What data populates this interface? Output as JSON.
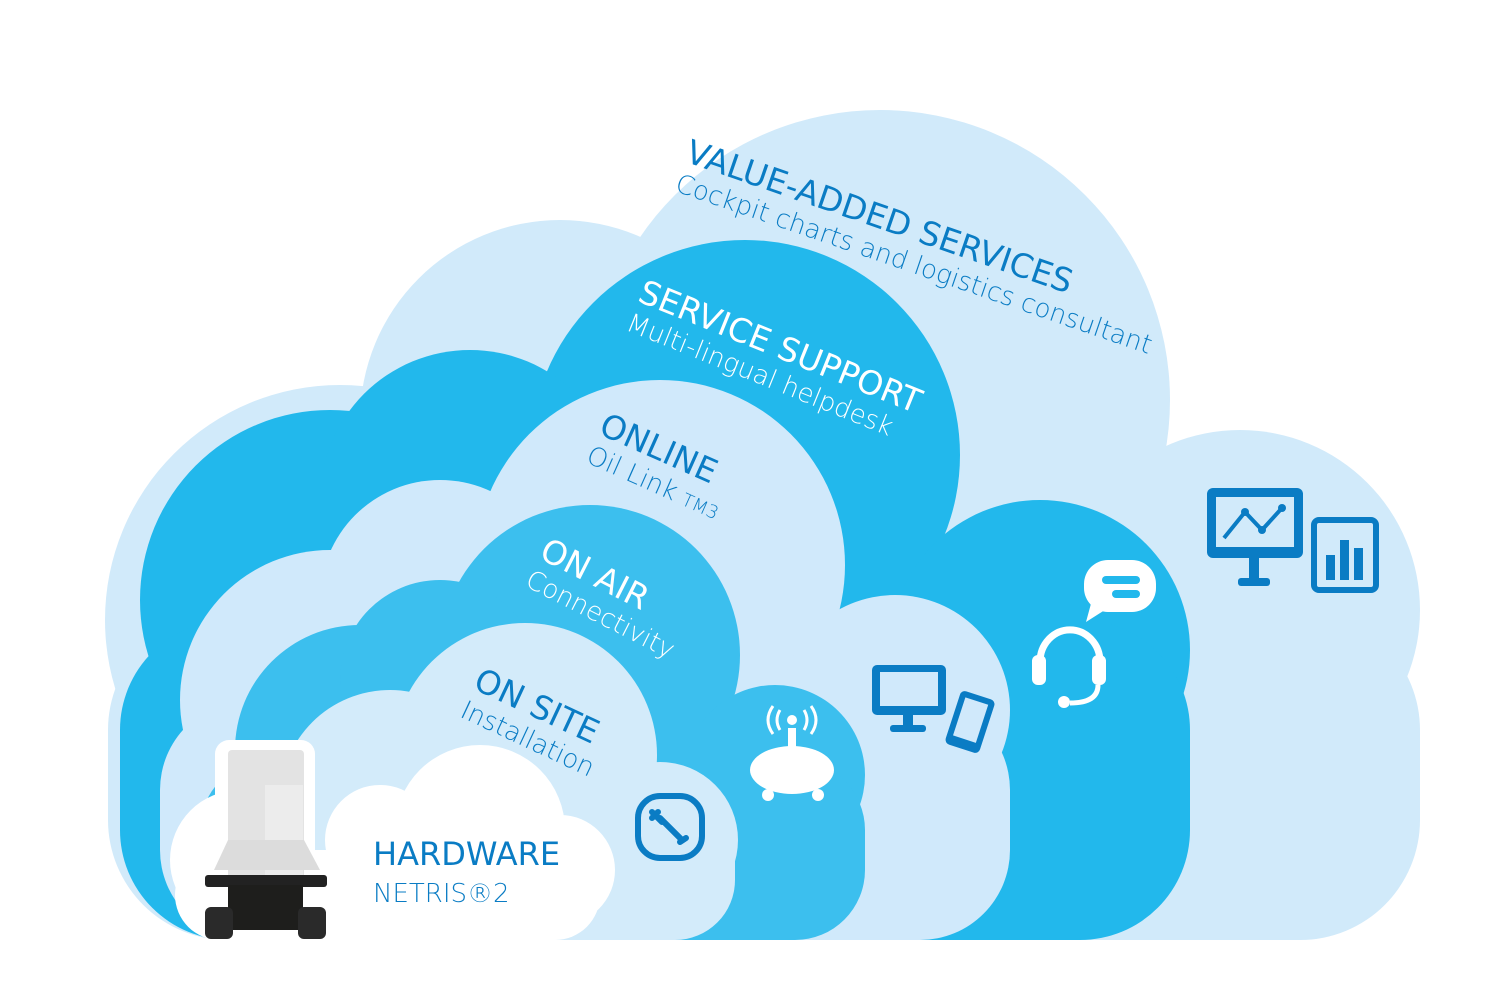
{
  "layers": [
    {
      "title": "VALUE-ADDED SERVICES",
      "subtitle": "Cockpit charts and logistics consultant",
      "color": "#d1eafa"
    },
    {
      "title": "SERVICE SUPPORT",
      "subtitle": "Multi-lingual helpdesk",
      "color": "#22b8ec"
    },
    {
      "title": "ONLINE",
      "subtitle": "Oil Link",
      "subtitle_suffix": "TM3",
      "color": "#d0e9fb"
    },
    {
      "title": "ON AIR",
      "subtitle": "Connectivity",
      "color": "#3cbfee"
    },
    {
      "title": "ON SITE",
      "subtitle": "Installation",
      "color": "#d3ebfa"
    },
    {
      "title": "HARDWARE",
      "subtitle": "NETRIS®2",
      "color": "#ffffff"
    }
  ],
  "icons": [
    "monitor-chart-icon",
    "bar-chart-icon",
    "chat-bubble-icon",
    "headset-icon",
    "desktop-icon",
    "tablet-icon",
    "antenna-device-icon",
    "wrench-icon",
    "netris-device-icon"
  ],
  "accent": "#0a7cc4"
}
